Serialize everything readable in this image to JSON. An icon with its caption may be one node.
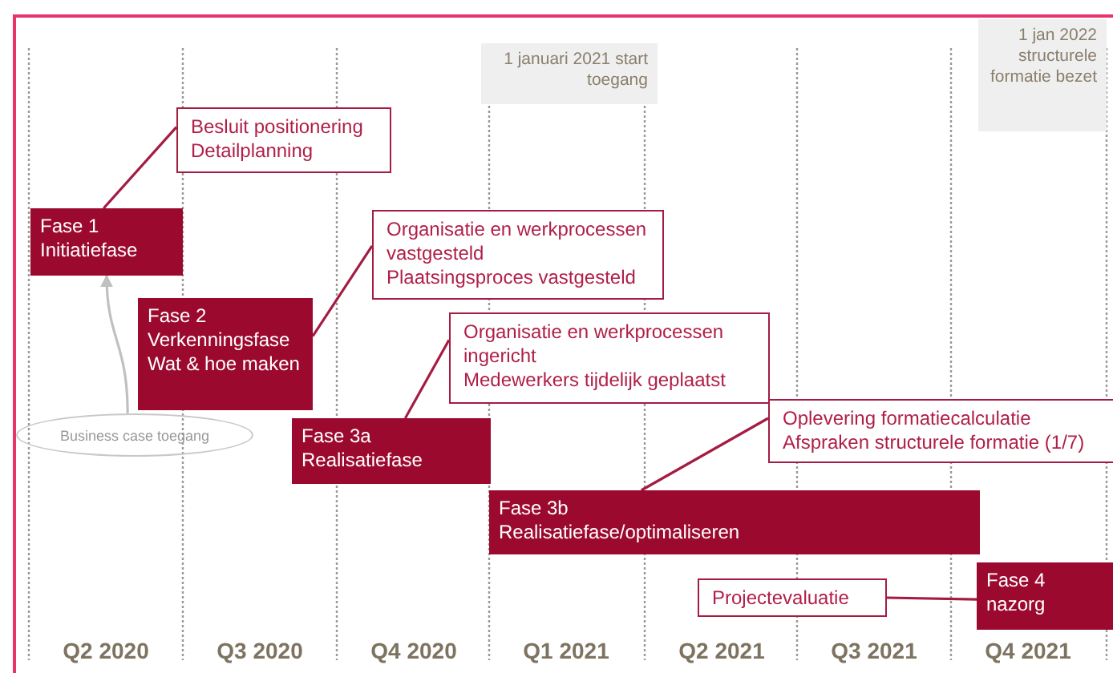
{
  "diagram": {
    "nodes": [
      {
        "text": [
          "1 januari 2021 start toegang"
        ]
      },
      {
        "text": [
          "1 jan 2022 structurele formatie bezet"
        ]
      },
      {
        "text": [
          "Besluit positionering",
          "Detailplanning"
        ]
      },
      {
        "text": [
          "Fase 1",
          "Initiatiefase"
        ]
      },
      {
        "text": [
          "Organisatie en werkprocessen vastgesteld",
          "Plaatsingsproces vastgesteld"
        ]
      },
      {
        "text": [
          "Fase 2",
          "Verkenningsfase",
          "Wat & hoe maken"
        ]
      },
      {
        "text": [
          "Organisatie en werkprocessen ingericht",
          "Medewerkers tijdelijk geplaatst"
        ]
      },
      {
        "text": [
          "Business case toegang"
        ]
      },
      {
        "text": [
          "Fase 3a",
          "Realisatiefase"
        ]
      },
      {
        "text": [
          "Oplevering formatiecalculatie",
          "Afspraken structurele formatie (1/7)"
        ]
      },
      {
        "text": [
          "Fase 3b",
          "Realisatiefase/optimaliseren"
        ]
      },
      {
        "text": [
          "Projectevaluatie"
        ]
      },
      {
        "text": [
          "Fase 4",
          "nazorg"
        ]
      }
    ],
    "edges": [
      {
        "from": 3,
        "to": 2,
        "arrow": "none"
      },
      {
        "from": 5,
        "to": 4,
        "arrow": "none"
      },
      {
        "from": 8,
        "to": 6,
        "arrow": "none"
      },
      {
        "from": 10,
        "to": 9,
        "arrow": "none"
      },
      {
        "from": 12,
        "to": 11,
        "arrow": "none"
      },
      {
        "from": 7,
        "to": 3,
        "arrow": "to",
        "color": "#c0c0c0"
      }
    ],
    "labels": [
      "Q2 2020",
      "Q3 2020",
      "Q4 2020",
      "Q1 2021",
      "Q2 2021",
      "Q3 2021",
      "Q4 2021"
    ]
  }
}
